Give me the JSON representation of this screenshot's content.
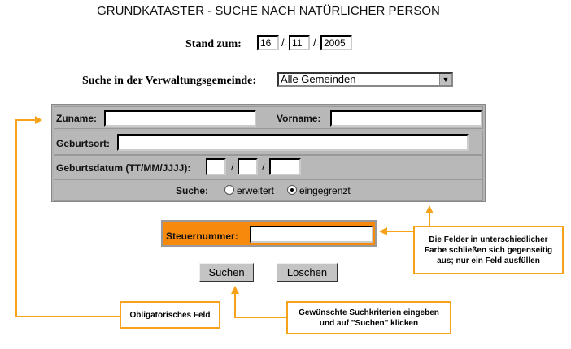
{
  "title": "GRUNDKATASTER - SUCHE NACH NATÜRLICHER PERSON",
  "stand": {
    "label": "Stand zum:",
    "day": "16",
    "month": "11",
    "year": "2005",
    "sep": "/"
  },
  "gemeinde": {
    "label": "Suche in der Verwaltungsgemeinde:",
    "selected": "Alle Gemeinden"
  },
  "form": {
    "zuname_label": "Zuname:",
    "vorname_label": "Vorname:",
    "geburtsort_label": "Geburtsort:",
    "geburtsdatum_label": "Geburtsdatum (TT/MM/JJJJ):",
    "suche_label": "Suche:",
    "option_erweitert": "erweitert",
    "option_eingegrenzt": "eingegrenzt",
    "selected_option": "eingegrenzt"
  },
  "steuer": {
    "label": "Steuernummer:"
  },
  "buttons": {
    "search": "Suchen",
    "clear": "Löschen"
  },
  "notes": {
    "mandatory": "Obligatorisches Feld",
    "exclusive": "Die Felder in unterschiedlicher Farbe schließen sich gegenseitig aus; nur ein Feld ausfüllen",
    "search_hint": "Gewünschte Suchkriterien eingeben und auf  \"Suchen\" klicken"
  },
  "colors": {
    "accent": "#f7890c",
    "callout": "#f7a21b",
    "panel": "#b4b4b4"
  }
}
